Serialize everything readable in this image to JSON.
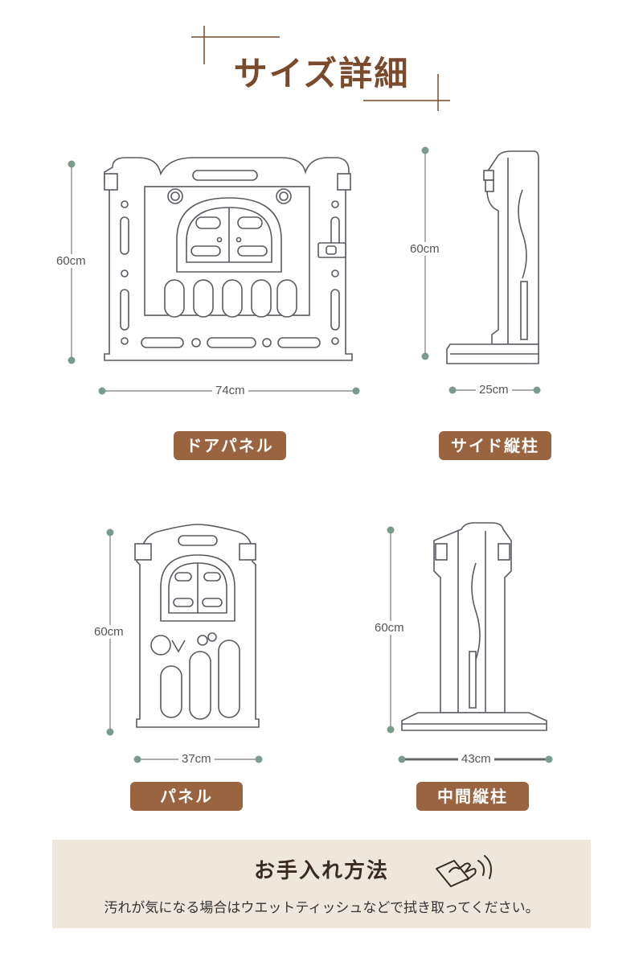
{
  "page": {
    "title": "サイズ詳細"
  },
  "products": [
    {
      "label": "ドアパネル",
      "height": "60cm",
      "width": "74cm"
    },
    {
      "label": "サイド縦柱",
      "height": "60cm",
      "width": "25cm"
    },
    {
      "label": "パネル",
      "height": "60cm",
      "width": "37cm"
    },
    {
      "label": "中間縦柱",
      "height": "60cm",
      "width": "43cm"
    }
  ],
  "care": {
    "title": "お手入れ方法",
    "text": "汚れが気になる場合はウエットティッシュなどで拭き取ってください。",
    "icon": "wiping-hand-icon"
  },
  "colors": {
    "accent": "#9a6440",
    "title": "#7a4a2c",
    "dimension_dot": "#7a9c8c",
    "outline": "#5a5a62"
  }
}
